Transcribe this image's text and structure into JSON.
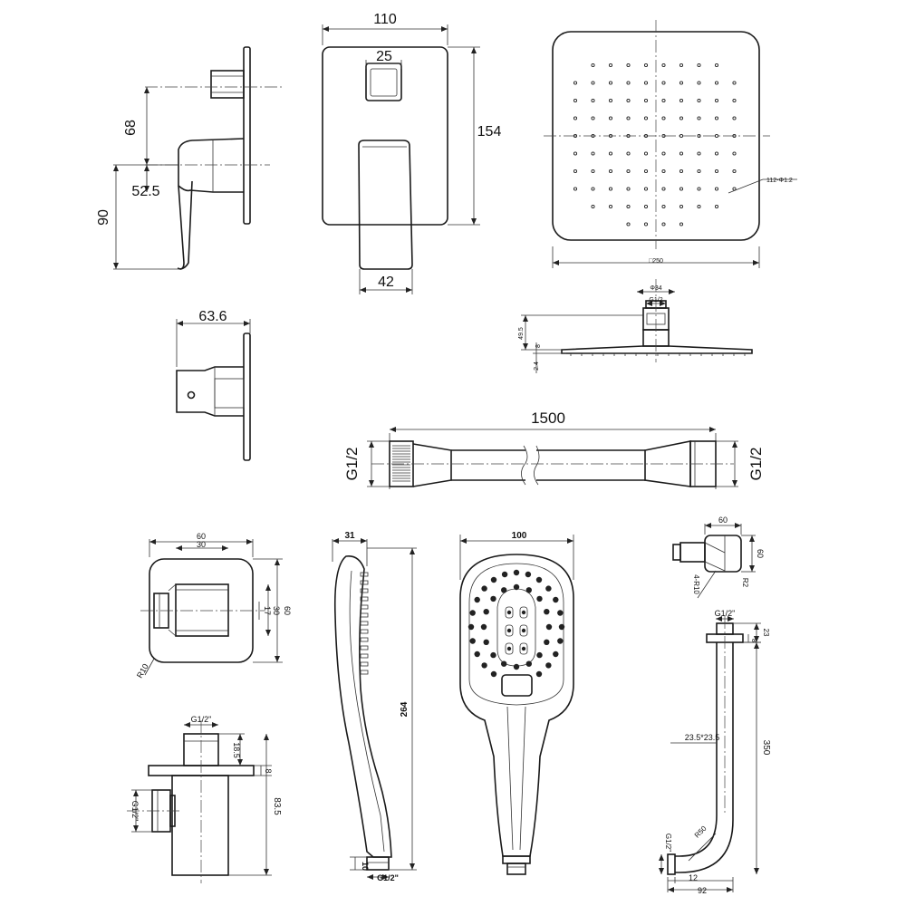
{
  "mixer_side": {
    "d_68": "68",
    "d_52_5": "52.5",
    "d_90": "90"
  },
  "mixer_front": {
    "d_110": "110",
    "d_25": "25",
    "d_154": "154",
    "d_42": "42"
  },
  "mixer_body": {
    "d_63_6": "63.6"
  },
  "rain_head_top": {
    "holes_label": "112-Φ1.2",
    "size_label": "□250"
  },
  "rain_head_side": {
    "d_34": "Φ34",
    "thread": "G1/2",
    "d_49_5": "49.5",
    "d_8": "8",
    "d_2_4": "2.4"
  },
  "hose": {
    "length": "1500",
    "thread_left": "G1/2",
    "thread_right": "G1/2"
  },
  "wall_outlet": {
    "d_60": "60",
    "d_30": "30",
    "d_30v": "30",
    "d_60v": "60",
    "d_17": "17",
    "radius": "R10"
  },
  "wall_outlet_side": {
    "thread_top": "G1/2\"",
    "thread_left": "G1/2\"",
    "d_18_5": "18.5",
    "d_8": "8",
    "d_83_5": "83.5"
  },
  "hand_shower_side": {
    "d_31": "31",
    "d_264": "264",
    "d_10": "10",
    "thread": "G1/2\""
  },
  "hand_shower_front": {
    "d_100": "100"
  },
  "arm_flange": {
    "d_60": "60",
    "d_60v": "60",
    "holes": "4-R10",
    "radius": "R2"
  },
  "shower_arm": {
    "thread_top": "G1/2\"",
    "d_23": "23",
    "d_8": "8",
    "section": "23.5*23.5",
    "d_350": "350",
    "radius": "R50",
    "thread_bottom": "G1/2\"",
    "d_12": "12",
    "d_92": "92"
  }
}
